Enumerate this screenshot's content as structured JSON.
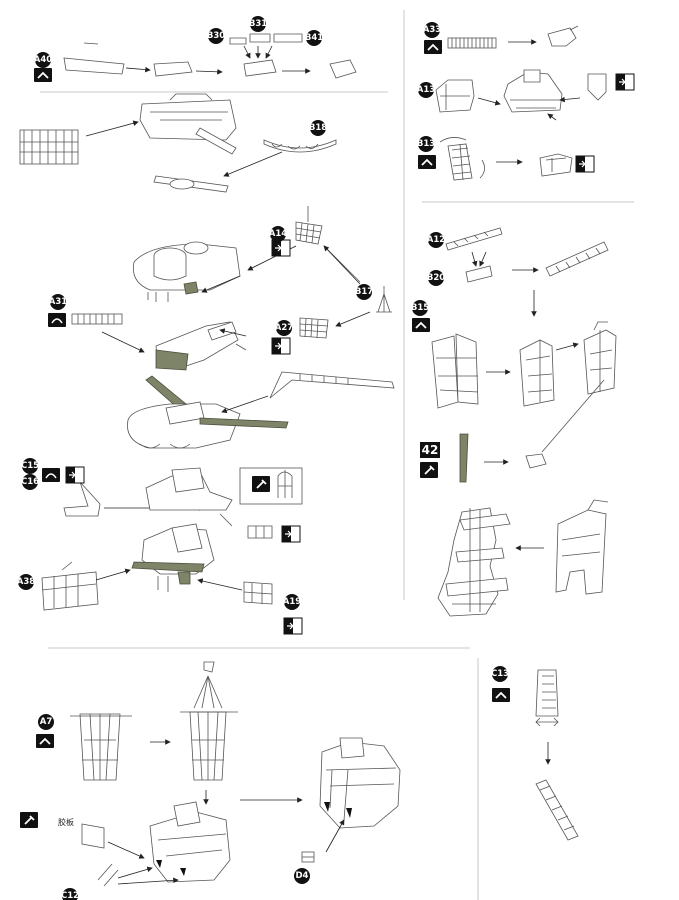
{
  "tags": [
    {
      "id": "b31",
      "text": "B31"
    },
    {
      "id": "b30",
      "text": "B30"
    },
    {
      "id": "b41",
      "text": "B41"
    },
    {
      "id": "a40",
      "text": "A40"
    },
    {
      "id": "b18",
      "text": "B18"
    },
    {
      "id": "a14",
      "text": "A14"
    },
    {
      "id": "b17",
      "text": "B17"
    },
    {
      "id": "a27",
      "text": "A27"
    },
    {
      "id": "a31",
      "text": "A31"
    },
    {
      "id": "c15",
      "text": "C15"
    },
    {
      "id": "c16",
      "text": "C16"
    },
    {
      "id": "a38",
      "text": "A38"
    },
    {
      "id": "a19",
      "text": "A19"
    },
    {
      "id": "a33",
      "text": "A33"
    },
    {
      "id": "a13",
      "text": "A13"
    },
    {
      "id": "b13",
      "text": "B13"
    },
    {
      "id": "a12",
      "text": "A12"
    },
    {
      "id": "b20",
      "text": "B20"
    },
    {
      "id": "b15",
      "text": "B15"
    },
    {
      "id": "a7",
      "text": "A7"
    },
    {
      "id": "d4",
      "text": "D4"
    },
    {
      "id": "c13",
      "text": "C13"
    },
    {
      "id": "c12",
      "text": "C12"
    }
  ],
  "step_number": "42",
  "glue_label": "胶板",
  "icons": {
    "fold_up": "fold-up-icon",
    "fold_round": "fold-round-icon",
    "glue": "glue-icon",
    "attach": "attach-icon",
    "cut": "cut-icon"
  },
  "colors": {
    "ink": "#111111",
    "line": "#555555",
    "part_highlight": "#7d8468",
    "separator": "#c8c8c8"
  }
}
